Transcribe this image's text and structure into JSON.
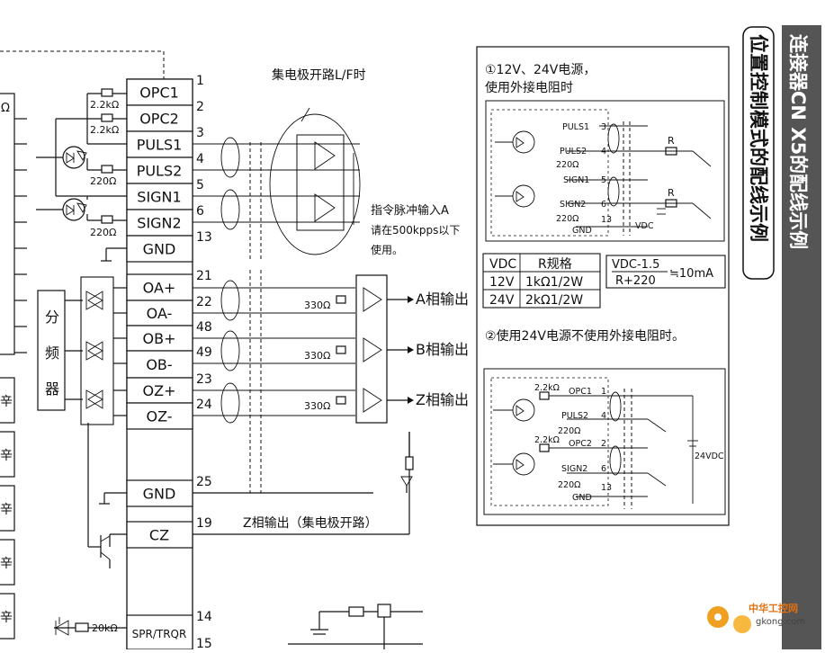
{
  "side_banner": {
    "title": "连接器CN X5的配线示例"
  },
  "section_title": "位置控制模式的配线示例",
  "connector": {
    "pins": [
      {
        "label": "OPC1",
        "num": "1"
      },
      {
        "label": "OPC2",
        "num": "2"
      },
      {
        "label": "PULS1",
        "num": "3"
      },
      {
        "label": "PULS2",
        "num": "4"
      },
      {
        "label": "SIGN1",
        "num": "5"
      },
      {
        "label": "SIGN2",
        "num": "6"
      },
      {
        "label": "GND",
        "num": "13"
      },
      {
        "label": "OA+",
        "num": "21"
      },
      {
        "label": "OA-",
        "num": "22"
      },
      {
        "label": "OB+",
        "num": "48"
      },
      {
        "label": "OB-",
        "num": "49"
      },
      {
        "label": "OZ+",
        "num": "23"
      },
      {
        "label": "OZ-",
        "num": "24"
      },
      {
        "label": "GND",
        "num": "25"
      },
      {
        "label": "CZ",
        "num": "19"
      },
      {
        "label": "SPR/TRQR",
        "num": "14"
      }
    ],
    "extra_num": "15"
  },
  "left_components": {
    "r_opc1": "2.2kΩ",
    "r_opc2": "2.2kΩ",
    "r_puls": "220Ω",
    "r_sign": "220Ω",
    "divider": [
      "分",
      "频",
      "器"
    ],
    "r_spr": "20kΩ",
    "omega": "Ω",
    "cut_labels": [
      "辛",
      "辛",
      "辛",
      "辛",
      "辛"
    ]
  },
  "annotations": {
    "open_collector": "集电极开路L/F时",
    "pulse_input": [
      "指令脉冲输入A",
      "请在500kpps以下",
      "使用。"
    ],
    "z_open_collector": "Z相输出（集电极开路）"
  },
  "outputs": [
    {
      "resistor": "330Ω",
      "label": "A相输出"
    },
    {
      "resistor": "330Ω",
      "label": "B相输出"
    },
    {
      "resistor": "330Ω",
      "label": "Z相输出"
    }
  ],
  "inset1": {
    "title": [
      "①12V、24V电源，",
      "使用外接电阻时"
    ],
    "labels": {
      "puls1": "PULS1",
      "puls2": "PULS2",
      "sign1": "SIGN1",
      "sign2": "SIGN2",
      "gnd": "GND",
      "r220a": "220Ω",
      "r220b": "220Ω",
      "r1": "R",
      "r2": "R",
      "vdc": "VDC"
    },
    "pins": [
      "3",
      "4",
      "5",
      "6",
      "13"
    ]
  },
  "table": {
    "header": [
      "VDC",
      "R规格"
    ],
    "rows": [
      [
        "12V",
        "1kΩ1/2W"
      ],
      [
        "24V",
        "2kΩ1/2W"
      ]
    ],
    "formula_num": "VDC-1.5",
    "formula_den": "R+220",
    "formula_rhs": "≒10mA"
  },
  "inset2": {
    "title": "②使用24V电源不使用外接电阻时。",
    "labels": {
      "r1": "2.2kΩ",
      "r2": "2.2kΩ",
      "opc1": "OPC1",
      "puls2": "PULS2",
      "opc2": "OPC2",
      "sign2": "SIGN2",
      "gnd": "GND",
      "r220a": "220Ω",
      "r220b": "220Ω",
      "vdc": "24VDC"
    },
    "pins": [
      "1",
      "4",
      "2",
      "6",
      "13"
    ]
  },
  "watermark": {
    "brand": "中华工控网",
    "url": "gkong.com"
  }
}
